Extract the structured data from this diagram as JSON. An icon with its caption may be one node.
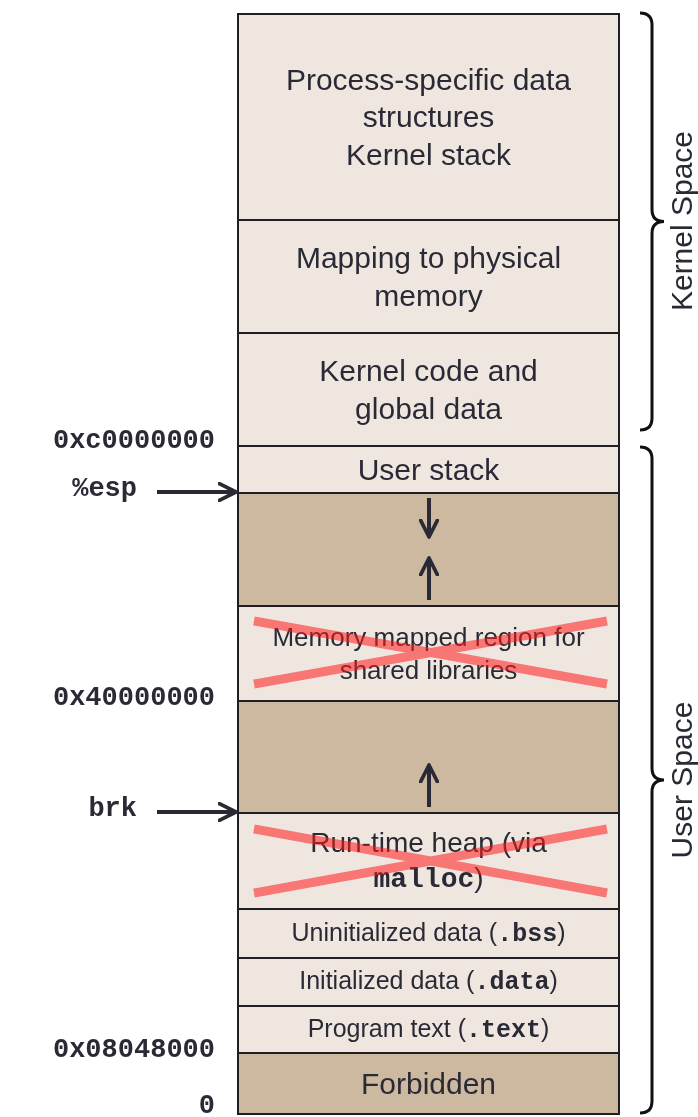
{
  "diagram": {
    "nodes": [
      {
        "text": [
          "Process-specific data structures",
          "Kernel stack"
        ]
      },
      {
        "text": [
          "Mapping to physical memory"
        ]
      },
      {
        "text": [
          "Kernel code and global data"
        ]
      },
      {
        "text": [
          "User stack"
        ]
      },
      {
        "text": [],
        "shape": "box"
      },
      {
        "text": [
          "Memory mapped region for shared libraries"
        ]
      },
      {
        "text": [],
        "shape": "box"
      },
      {
        "text": [
          "Run-time heap (via **malloc**)"
        ]
      },
      {
        "text": [
          "Uninitialized data (**.bss**)"
        ]
      },
      {
        "text": [
          "Initialized data (**.data**)"
        ]
      },
      {
        "text": [
          "Program text (**.text**)"
        ]
      },
      {
        "text": [
          "Forbidden"
        ]
      },
      {
        "text": [
          "%esp"
        ]
      },
      {
        "text": [
          "brk"
        ]
      }
    ],
    "edges": [
      {
        "from": 12,
        "to": 4,
        "arrow": "to"
      },
      {
        "from": 13,
        "to": 7,
        "arrow": "to"
      }
    ],
    "labels": [
      "Kernel Space",
      "0xc0000000",
      "0x40000000",
      "User Space",
      "0x08048000",
      "0"
    ]
  }
}
